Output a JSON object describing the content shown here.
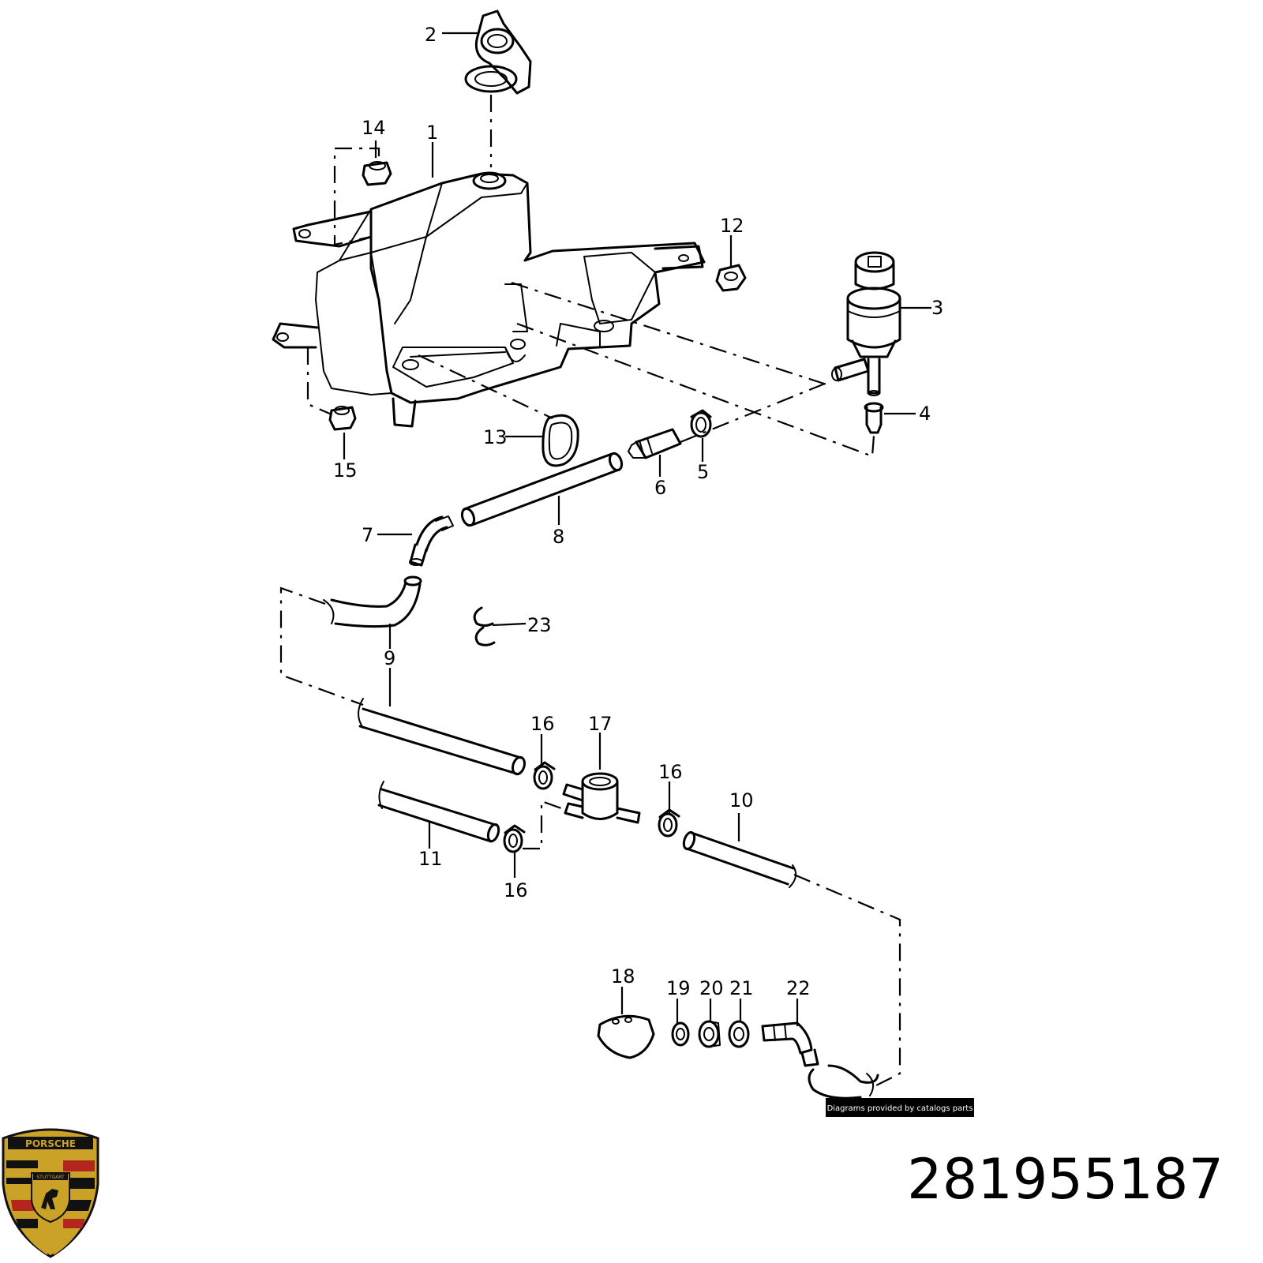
{
  "callouts": {
    "c1": "1",
    "c2": "2",
    "c3": "3",
    "c4": "4",
    "c5": "5",
    "c6": "6",
    "c7": "7",
    "c8": "8",
    "c9": "9",
    "c10": "10",
    "c11": "11",
    "c12": "12",
    "c13": "13",
    "c14": "14",
    "c15": "15",
    "c16a": "16",
    "c16b": "16",
    "c16c": "16",
    "c17": "17",
    "c18": "18",
    "c19": "19",
    "c20": "20",
    "c21": "21",
    "c22": "22",
    "c23": "23"
  },
  "credit": "Diagrams provided by catalogs parts",
  "part_number": "281955187",
  "logo": {
    "brand_text": "PORSCHE",
    "city_text": "STUTTGART",
    "colors": {
      "gold": "#c9a227",
      "red": "#b3261e",
      "black": "#111111"
    }
  }
}
